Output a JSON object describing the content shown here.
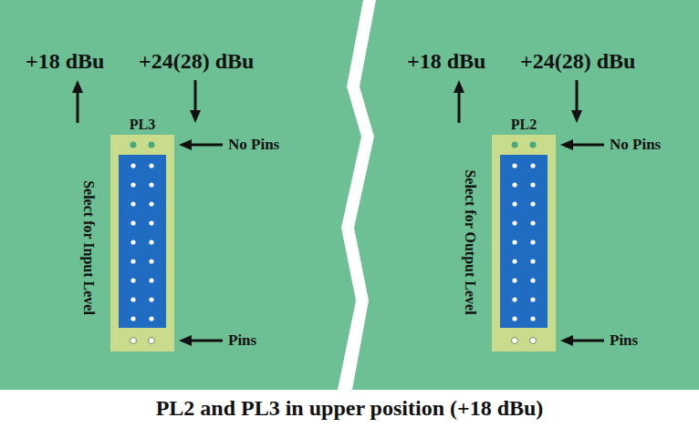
{
  "diagram": {
    "caption": "PL2 and PL3 in upper position (+18 dBu)",
    "nodes": [
      {
        "text": [
          "PL3"
        ]
      },
      {
        "text": [
          "PL2"
        ]
      }
    ],
    "labels": [
      "+18 dBu",
      "+24(28) dBu",
      "No Pins",
      "Pins",
      "Select for Input Level",
      "+18 dBu",
      "+24(28) dBu",
      "No Pins",
      "Pins",
      "Select for Output Level"
    ]
  }
}
